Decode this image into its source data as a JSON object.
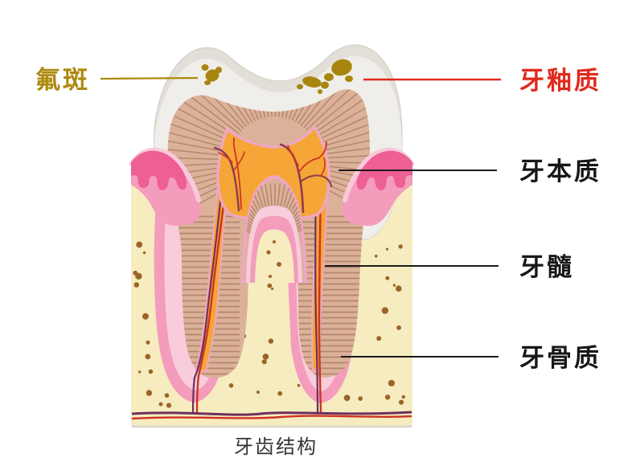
{
  "figure": {
    "caption": "牙齿结构",
    "background": "#ffffff"
  },
  "labels": {
    "fluorosis": {
      "text": "氟斑",
      "color": "#ad8a10"
    },
    "enamel": {
      "text": "牙釉质",
      "color": "#e02a1b"
    },
    "dentin": {
      "text": "牙本质",
      "color": "#171717"
    },
    "pulp": {
      "text": "牙髓",
      "color": "#171717"
    },
    "cementum": {
      "text": "牙骨质",
      "color": "#171717"
    }
  },
  "colors": {
    "bone": "#f6ecc0",
    "speckle": "#9b6527",
    "gum_pink": "#f49cbc",
    "gum_dark": "#ee5f94",
    "gum_light": "#f9c9da",
    "ligament_light": "#f8ccdb",
    "enamel_outer": "#e3dfd8",
    "enamel_inner": "#f0eeea",
    "enamel_edge": "#d8d4cc",
    "dentin": "#dbb199",
    "dentin_line": "#b5886c",
    "pulp_orange": "#f5a636",
    "pulp_rim": "#efa7c3",
    "vessel_red": "#cf3222",
    "vessel_purple": "#6e2f5e",
    "spot_gold": "#a8860d",
    "leader_dark": "#1a1a1a",
    "block_edge": "#d9d5cd"
  }
}
